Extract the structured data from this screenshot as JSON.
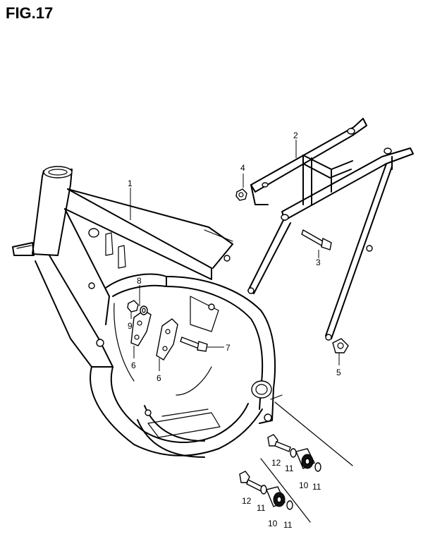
{
  "title": "FIG.17",
  "callouts": {
    "c1": "1",
    "c2": "2",
    "c3": "3",
    "c4": "4",
    "c5": "5",
    "c6a": "6",
    "c6b": "6",
    "c7": "7",
    "c8": "8",
    "c9": "9",
    "c10a": "10",
    "c10b": "10",
    "c11a": "11",
    "c11b": "11",
    "c11c": "11",
    "c11d": "11",
    "c12a": "12",
    "c12b": "12"
  }
}
